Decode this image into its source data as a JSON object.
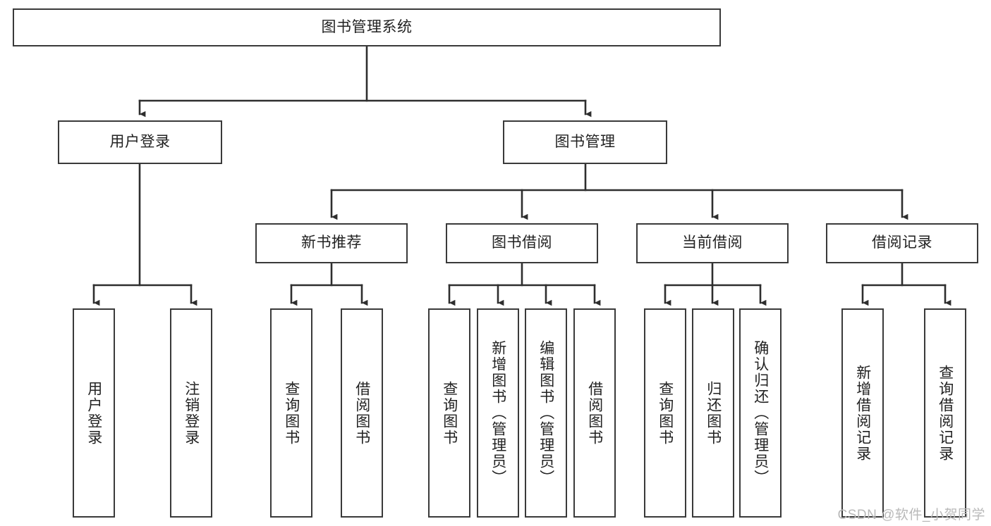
{
  "diagram": {
    "title": "图书管理系统",
    "watermark": "CSDN @软件_小贺同学",
    "line_color": "#3a3a3a",
    "box_fill": "#ffffff",
    "text_color": "#222222",
    "levels": {
      "root": {
        "label": "图书管理系统"
      },
      "level2": [
        {
          "id": "user-login",
          "label": "用户登录"
        },
        {
          "id": "book-manage",
          "label": "图书管理"
        }
      ],
      "level3": [
        {
          "id": "new-book-recommend",
          "label": "新书推荐",
          "parent": "book-manage"
        },
        {
          "id": "book-borrow",
          "label": "图书借阅",
          "parent": "book-manage"
        },
        {
          "id": "current-borrow",
          "label": "当前借阅",
          "parent": "book-manage"
        },
        {
          "id": "borrow-record",
          "label": "借阅记录",
          "parent": "book-manage"
        }
      ],
      "leaves": [
        {
          "id": "leaf-user-login",
          "label": "用户登录",
          "parent": "user-login"
        },
        {
          "id": "leaf-logout-login",
          "label": "注销登录",
          "parent": "user-login"
        },
        {
          "id": "leaf-query-book-rec",
          "label": "查询图书",
          "parent": "new-book-recommend"
        },
        {
          "id": "leaf-borrow-book-rec",
          "label": "借阅图书",
          "parent": "new-book-recommend"
        },
        {
          "id": "leaf-query-book-borrow",
          "label": "查询图书",
          "parent": "book-borrow"
        },
        {
          "id": "leaf-add-book-admin",
          "label": "新增图书（管理员）",
          "parent": "book-borrow"
        },
        {
          "id": "leaf-edit-book-admin",
          "label": "编辑图书（管理员）",
          "parent": "book-borrow"
        },
        {
          "id": "leaf-borrow-book",
          "label": "借阅图书",
          "parent": "book-borrow"
        },
        {
          "id": "leaf-query-book-current",
          "label": "查询图书",
          "parent": "current-borrow"
        },
        {
          "id": "leaf-return-book",
          "label": "归还图书",
          "parent": "current-borrow"
        },
        {
          "id": "leaf-confirm-return-admin",
          "label": "确认归还（管理员）",
          "parent": "current-borrow"
        },
        {
          "id": "leaf-add-borrow-record",
          "label": "新增借阅记录",
          "parent": "borrow-record"
        },
        {
          "id": "leaf-query-borrow-record",
          "label": "查询借阅记录",
          "parent": "borrow-record"
        }
      ]
    }
  }
}
